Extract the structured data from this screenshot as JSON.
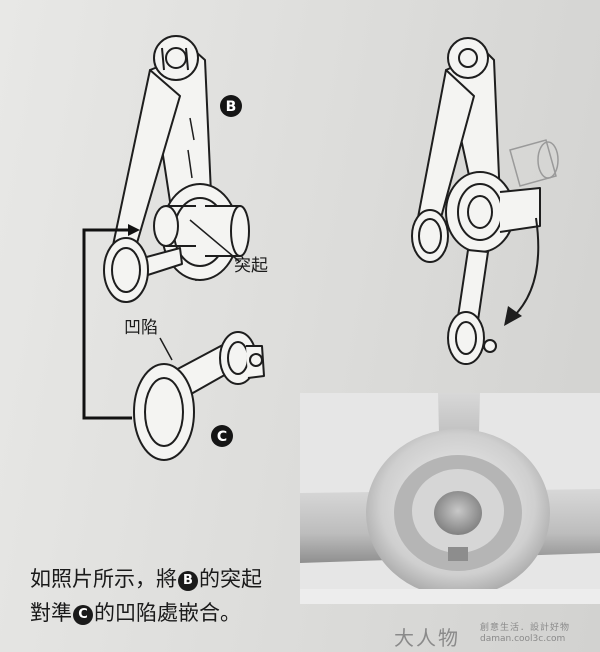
{
  "labels": {
    "badge_b": "B",
    "badge_c": "C",
    "protrusion": "突起",
    "recess": "凹陷"
  },
  "caption": {
    "line1_a": "如照片所示，將",
    "line1_badge": "B",
    "line1_b": "的突起",
    "line2_a": "對準",
    "line2_badge": "C",
    "line2_b": "的凹陷處嵌合。"
  },
  "watermark": {
    "name": "大人物",
    "slogan": "創意生活．設計好物",
    "url": "daman.cool3c.com"
  }
}
